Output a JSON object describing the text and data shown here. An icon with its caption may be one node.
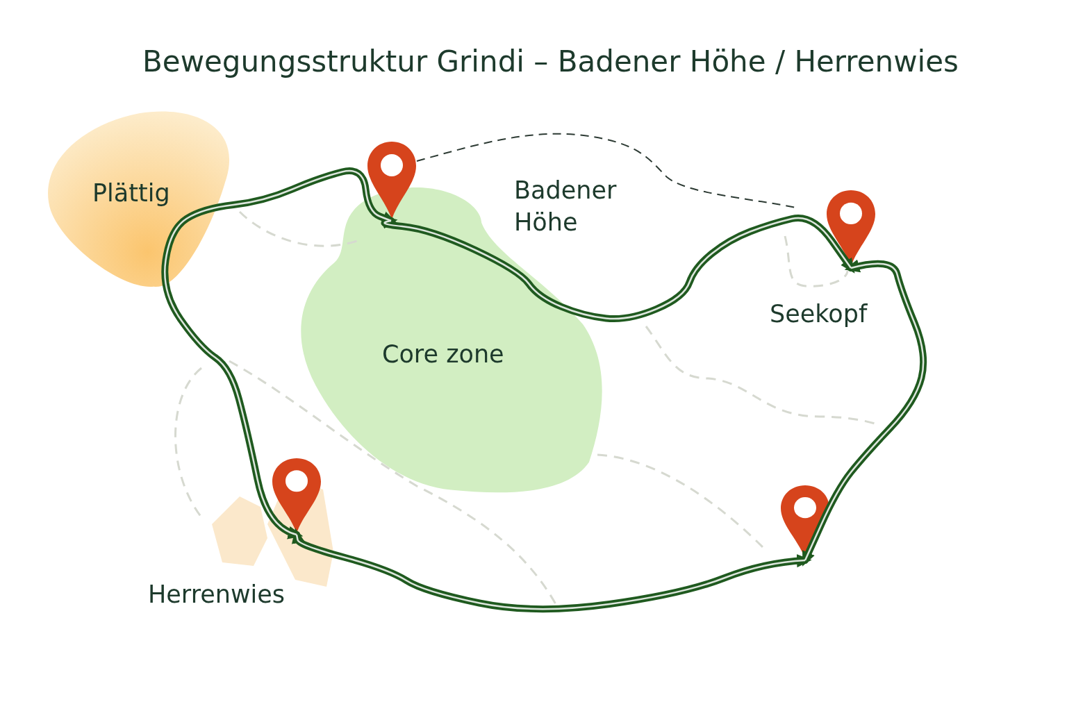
{
  "diagram": {
    "title": "Bewegungsstruktur Grindi – Badener Höhe / Herrenwies",
    "nodes": [
      {
        "text": [],
        "shape": "pin"
      },
      {
        "text": [],
        "shape": "pin"
      },
      {
        "text": [],
        "shape": "pin"
      },
      {
        "text": [],
        "shape": "pin"
      }
    ],
    "edges": [
      {
        "from": 0,
        "to": 1,
        "arrow": "both"
      },
      {
        "from": 1,
        "to": 2,
        "arrow": "both"
      },
      {
        "from": 2,
        "to": 3,
        "arrow": "both"
      },
      {
        "from": 3,
        "to": 0,
        "arrow": "both"
      }
    ],
    "labels": [
      "Plättig",
      "Badener Höhe",
      "Seekopf",
      "Core zone",
      "Herrenwies"
    ]
  }
}
